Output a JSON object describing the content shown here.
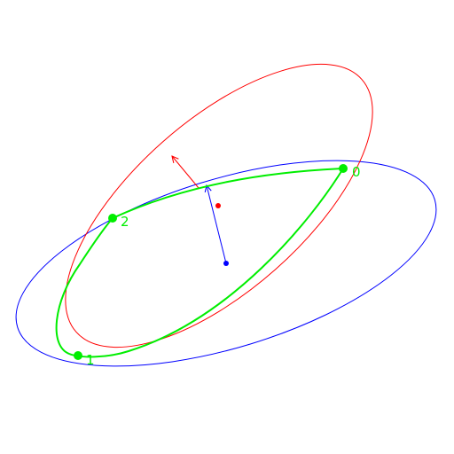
{
  "colors": {
    "background": "#ffffff",
    "blue_ellipse": "#0000ff",
    "red_ellipse": "#ff0000",
    "green_curve": "#00ee00",
    "point_label": "#00ee00"
  },
  "points": [
    {
      "label": "0"
    },
    {
      "label": "1"
    },
    {
      "label": "2"
    }
  ]
}
